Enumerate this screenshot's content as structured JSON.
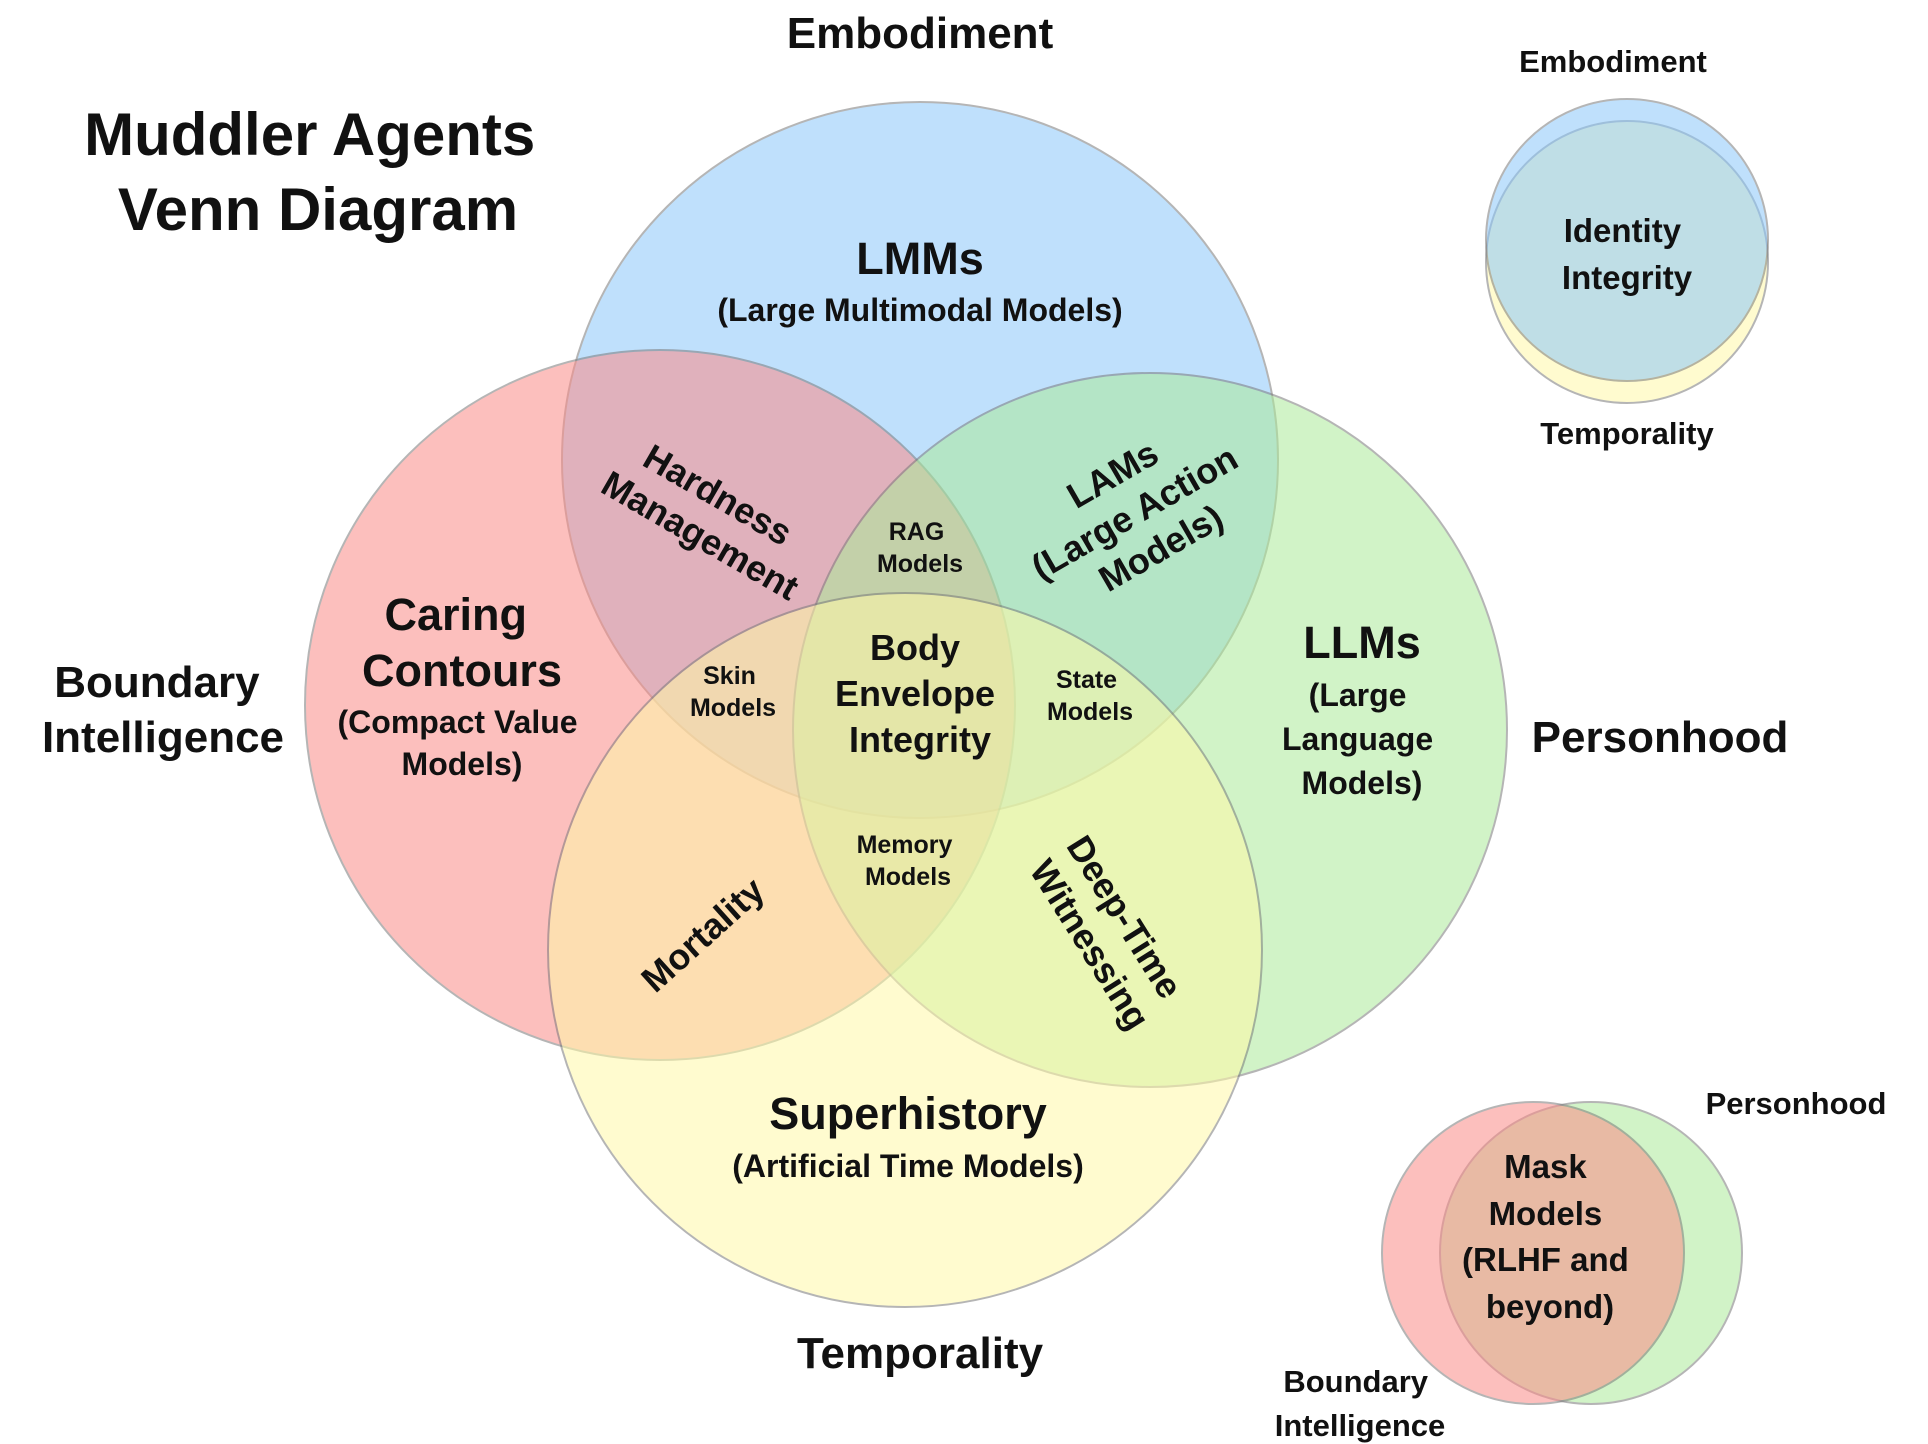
{
  "title": [
    "Muddler Agents",
    "Venn Diagram"
  ],
  "colors": {
    "embodiment": "#8cc8fa",
    "boundary": "#fb8c88",
    "personhood": "#acea9a",
    "temporality": "#fff9a8",
    "stroke": "#7a7a7a"
  },
  "sets": {
    "embodiment": "Embodiment",
    "boundary": "Boundary Intelligence",
    "personhood": "Personhood",
    "temporality": "Temporality"
  },
  "regions": {
    "lmm": {
      "name": "LMMs",
      "sub": "(Large Multimodal Models)"
    },
    "caring": {
      "name": [
        "Caring",
        "Contours"
      ],
      "sub": [
        "(Compact Value",
        "Models)"
      ]
    },
    "llm": {
      "name": "LLMs",
      "sub": [
        "(Large",
        "Language",
        "Models)"
      ]
    },
    "superhistory": {
      "name": "Superhistory",
      "sub": "(Artificial Time Models)"
    },
    "hardness": [
      "Hardness",
      "Management"
    ],
    "lams": [
      "LAMs",
      "(Large Action",
      "Models)"
    ],
    "rag": [
      "RAG",
      "Models"
    ],
    "skin": [
      "Skin",
      "Models"
    ],
    "body": [
      "Body",
      "Envelope",
      "Integrity"
    ],
    "state": [
      "State",
      "Models"
    ],
    "memory": [
      "Memory",
      "Models"
    ],
    "mortality": "Mortality",
    "deeptime": [
      "Deep-Time",
      "Witnessing"
    ]
  },
  "inset_identity": {
    "top_label": "Embodiment",
    "bottom_label": "Temporality",
    "center": [
      "Identity",
      "Integrity"
    ]
  },
  "inset_mask": {
    "right_label": "Personhood",
    "bottom_label": [
      "Boundary",
      "Intelligence"
    ],
    "center": [
      "Mask",
      "Models",
      "(RLHF and",
      "beyond)"
    ]
  }
}
